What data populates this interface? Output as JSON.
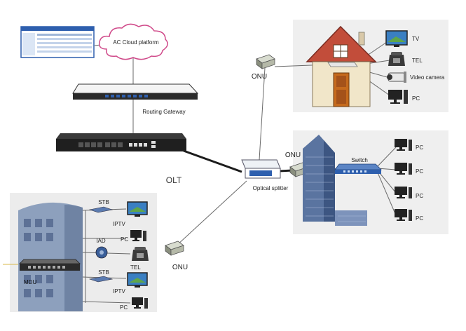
{
  "labels": {
    "cloud": "AC Cloud platform",
    "gateway": "Routing Gateway",
    "olt": "OLT",
    "splitter": "Optical splitter",
    "onu_home": "ONU",
    "onu_office": "ONU",
    "onu_mdu": "ONU",
    "mdu": "MDU",
    "switch": "Switch",
    "iad": "IAD"
  },
  "home_devices": [
    "TV",
    "TEL",
    "Video camera",
    "PC"
  ],
  "office_pcs": [
    "PC",
    "PC",
    "PC",
    "PC"
  ],
  "mdu_devices": {
    "stb_top": "STB",
    "iptv_top": "IPTV",
    "pc_mid": "PC",
    "tel": "TEL",
    "stb_bottom": "STB",
    "iptv_bottom": "IPTV",
    "pc_bottom": "PC"
  },
  "colors": {
    "fiber": "#1c1c1c",
    "link": "#6a6a6a",
    "panel_bg": "#eeeeee",
    "building_blue": "#5a74a0",
    "roof_red": "#a23b2e",
    "switch_blue": "#2e5fae"
  }
}
